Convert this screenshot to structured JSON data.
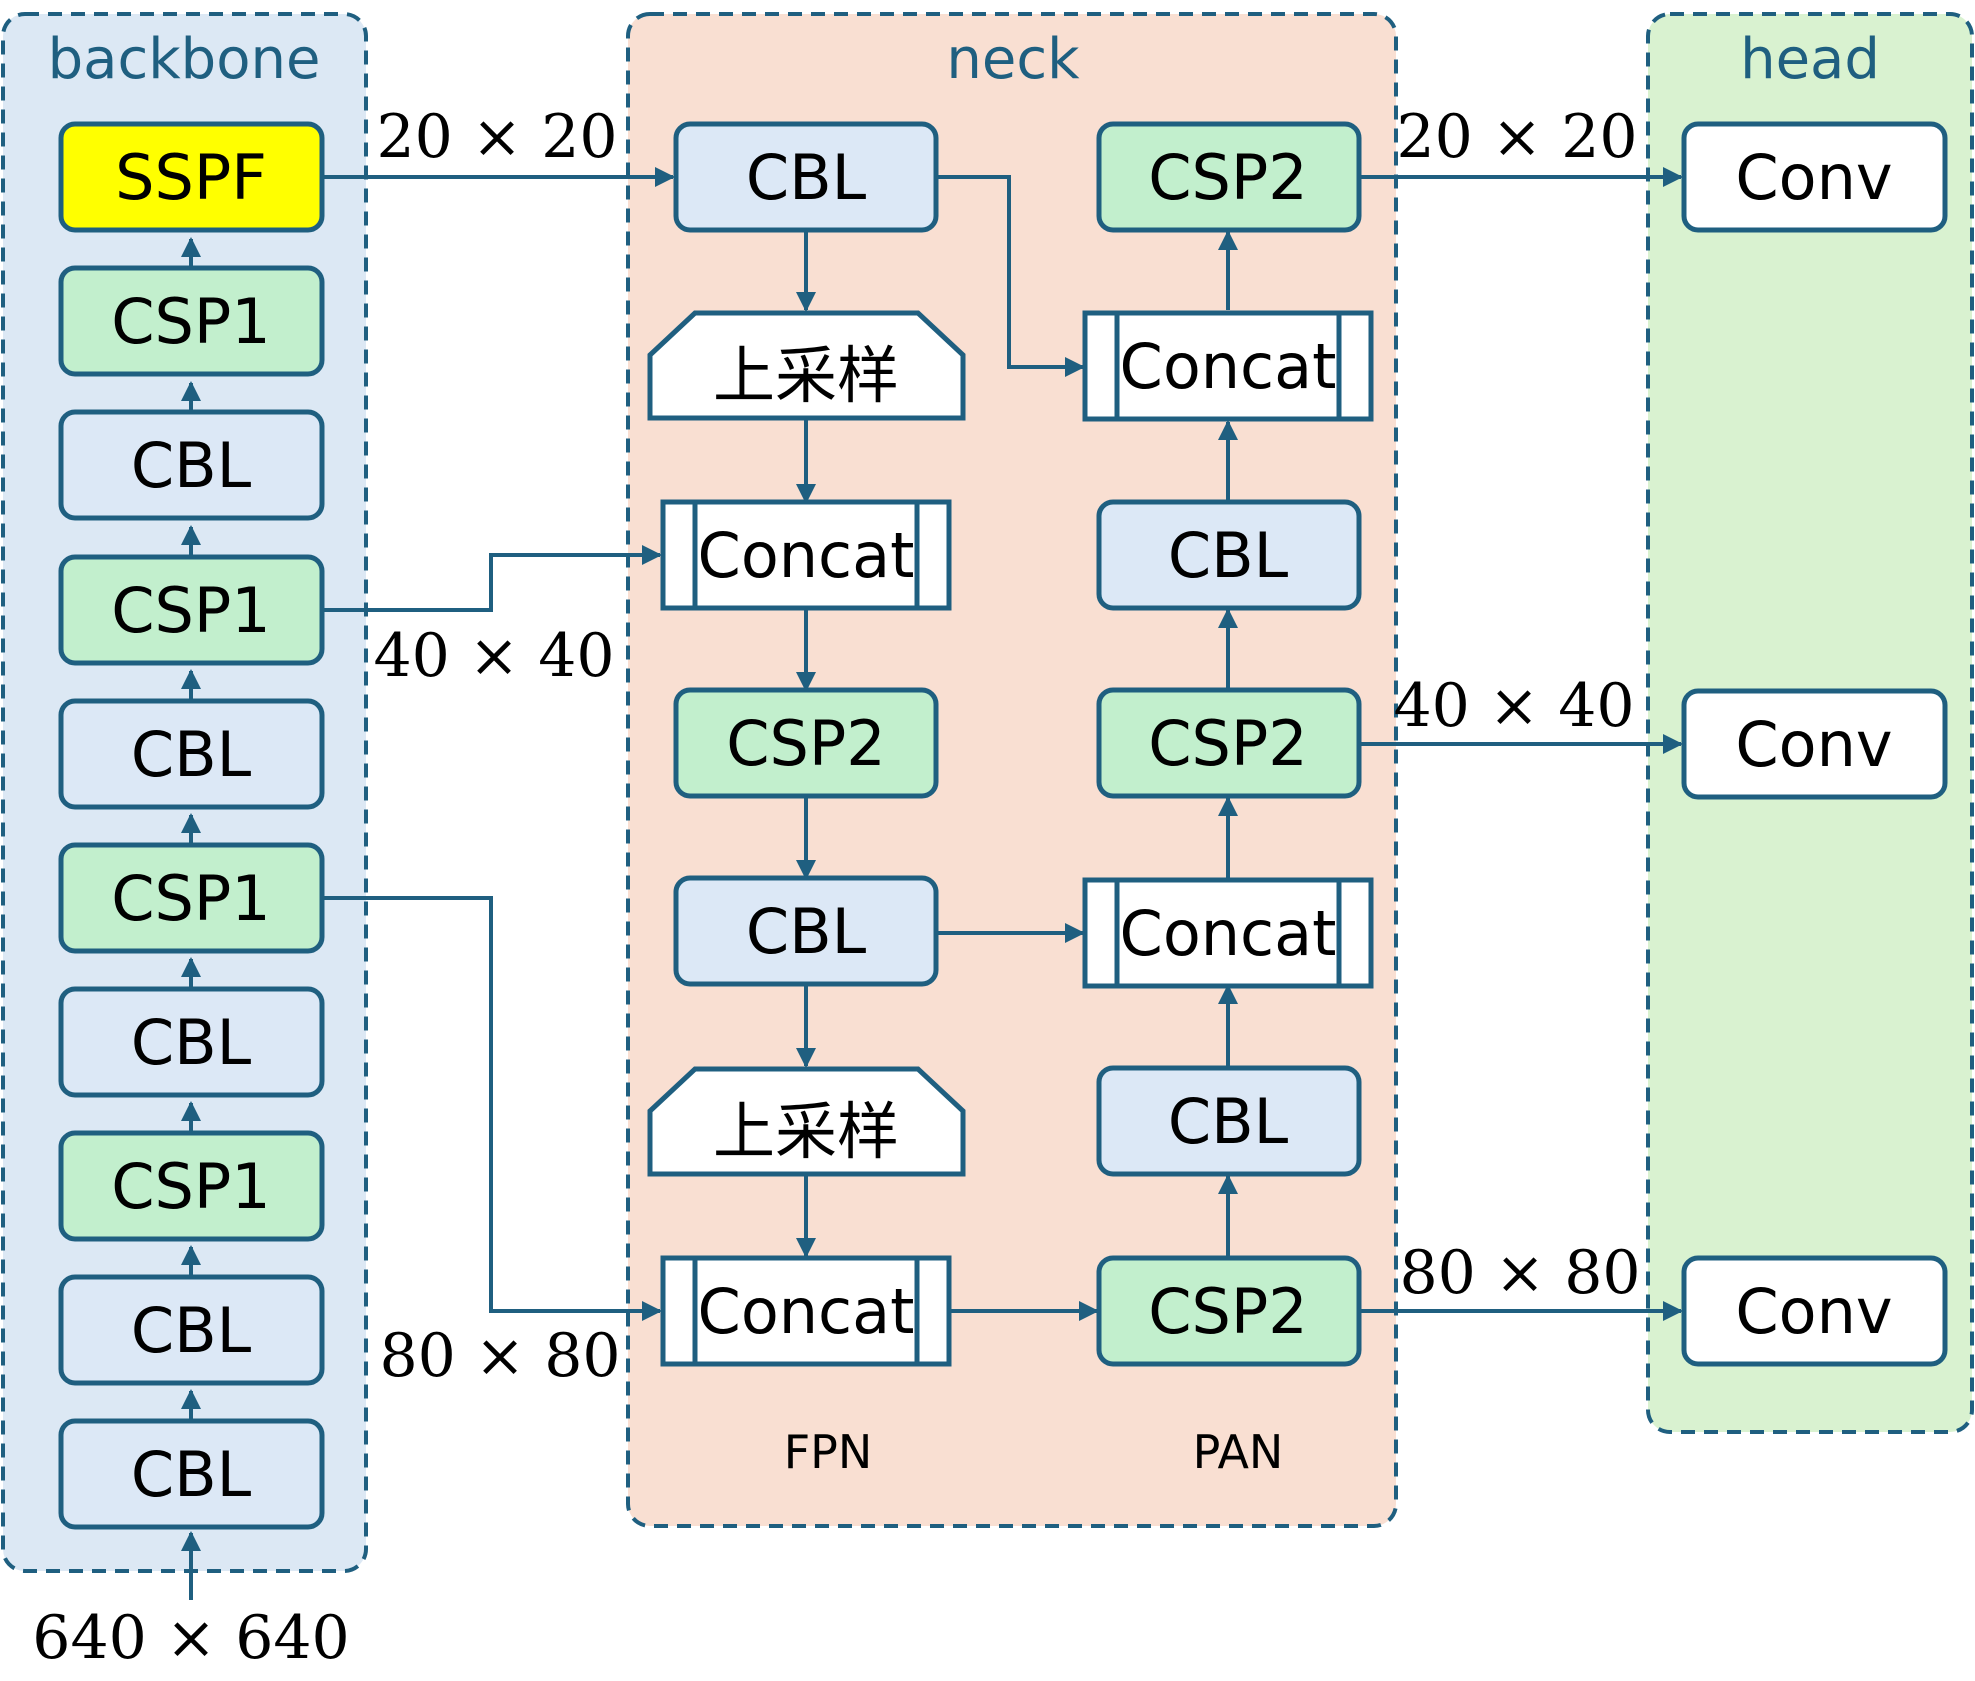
{
  "groups": {
    "backbone": "backbone",
    "neck": "neck",
    "head": "head"
  },
  "colors": {
    "backbone_bg": "#dce8f4",
    "neck_bg": "#f9dfd2",
    "head_bg": "#d9f2d0",
    "border": "#1f5f80",
    "cbl_fill": "#dce8f6",
    "csp_fill": "#c2efcd",
    "sspf_fill": "#ffff00",
    "white_fill": "#ffffff"
  },
  "backbone": {
    "sspf": "SSPF",
    "csp1_a": "CSP1",
    "cbl_a": "CBL",
    "csp1_b": "CSP1",
    "cbl_b": "CBL",
    "csp1_c": "CSP1",
    "cbl_c": "CBL",
    "csp1_d": "CSP1",
    "cbl_d": "CBL",
    "cbl_e": "CBL",
    "input_size": "640 × 640"
  },
  "neck": {
    "fpn_cbl_top": "CBL",
    "fpn_upsample_1": "上采样",
    "fpn_concat_1": "Concat",
    "fpn_csp2": "CSP2",
    "fpn_cbl_mid": "CBL",
    "fpn_upsample_2": "上采样",
    "fpn_concat_2": "Concat",
    "pan_csp2_top": "CSP2",
    "pan_concat_top": "Concat",
    "pan_cbl_upper": "CBL",
    "pan_csp2_mid": "CSP2",
    "pan_concat_mid": "Concat",
    "pan_cbl_lower": "CBL",
    "pan_csp2_bottom": "CSP2",
    "fpn_label": "FPN",
    "pan_label": "PAN"
  },
  "head": {
    "conv_top": "Conv",
    "conv_mid": "Conv",
    "conv_bottom": "Conv"
  },
  "sizes": {
    "bb_20": "20 × 20",
    "bb_40": "40 × 40",
    "bb_80": "80 × 80",
    "out_20": "20 × 20",
    "out_40": "40 × 40",
    "out_80": "80 × 80"
  }
}
